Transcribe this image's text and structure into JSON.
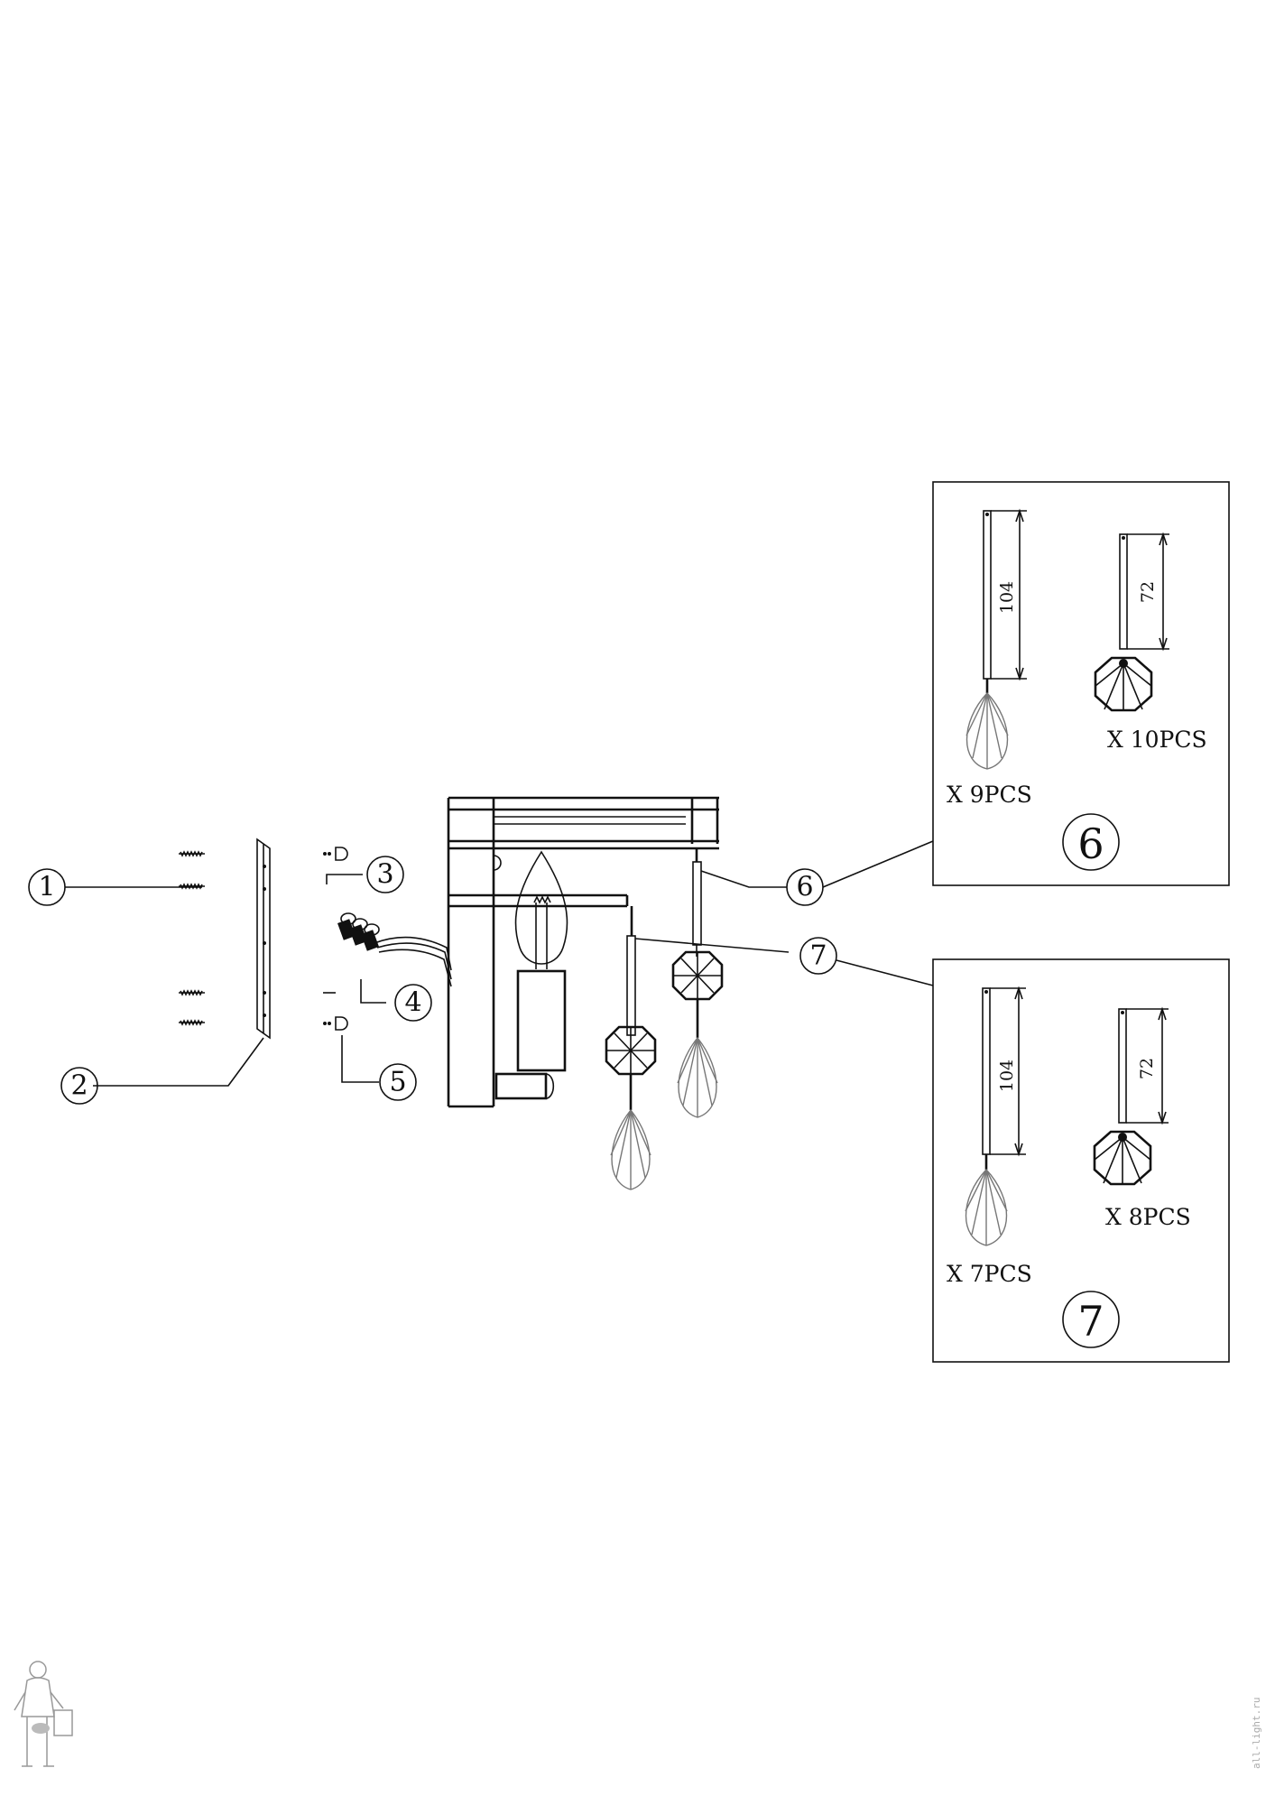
{
  "callouts": [
    {
      "num": "1"
    },
    {
      "num": "2"
    },
    {
      "num": "3"
    },
    {
      "num": "4"
    },
    {
      "num": "5"
    },
    {
      "num": "6"
    },
    {
      "num": "7"
    }
  ],
  "box6": {
    "id": "6",
    "long_dim": "104",
    "short_dim": "72",
    "qty_drop": "X 9PCS",
    "qty_octagon": "X 10PCS"
  },
  "box7": {
    "id": "7",
    "long_dim": "104",
    "short_dim": "72",
    "qty_drop": "X 7PCS",
    "qty_octagon": "X 8PCS"
  },
  "watermark": "all-light.ru"
}
